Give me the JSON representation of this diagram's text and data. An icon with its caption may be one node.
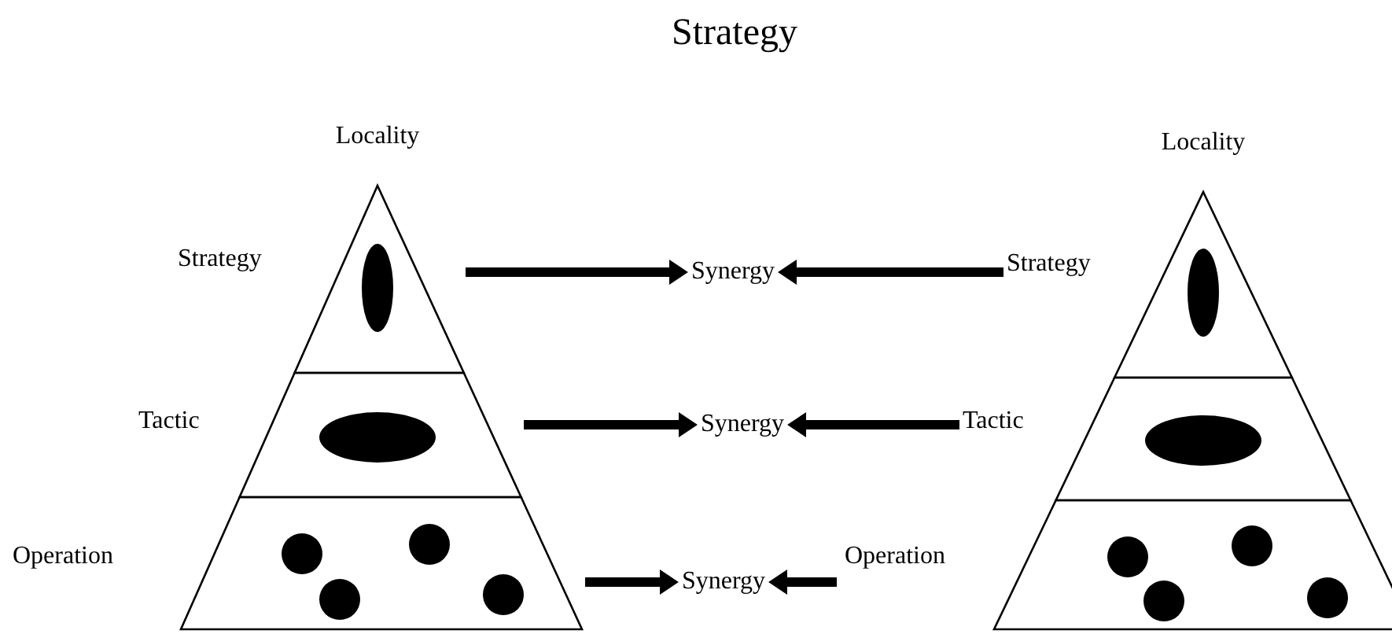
{
  "diagram": {
    "title": "Strategy",
    "nodes": [
      {
        "text": [
          "Locality"
        ]
      },
      {
        "text": [
          "Strategy"
        ]
      },
      {
        "text": [
          "Tactic"
        ]
      },
      {
        "text": [
          "Operation"
        ]
      },
      {
        "text": [
          "Synergy"
        ]
      },
      {
        "text": [
          "Synergy"
        ]
      },
      {
        "text": [
          "Synergy"
        ]
      },
      {
        "text": [
          "Locality"
        ]
      },
      {
        "text": [
          "Strategy"
        ]
      },
      {
        "text": [
          "Tactic"
        ]
      },
      {
        "text": [
          "Operation"
        ]
      }
    ],
    "edges": [
      {
        "from": 1,
        "to": 4,
        "arrow": "to"
      },
      {
        "from": 8,
        "to": 4,
        "arrow": "to"
      },
      {
        "from": 2,
        "to": 5,
        "arrow": "to"
      },
      {
        "from": 9,
        "to": 5,
        "arrow": "to"
      },
      {
        "from": 3,
        "to": 6,
        "arrow": "to"
      },
      {
        "from": 10,
        "to": 6,
        "arrow": "to"
      }
    ]
  }
}
